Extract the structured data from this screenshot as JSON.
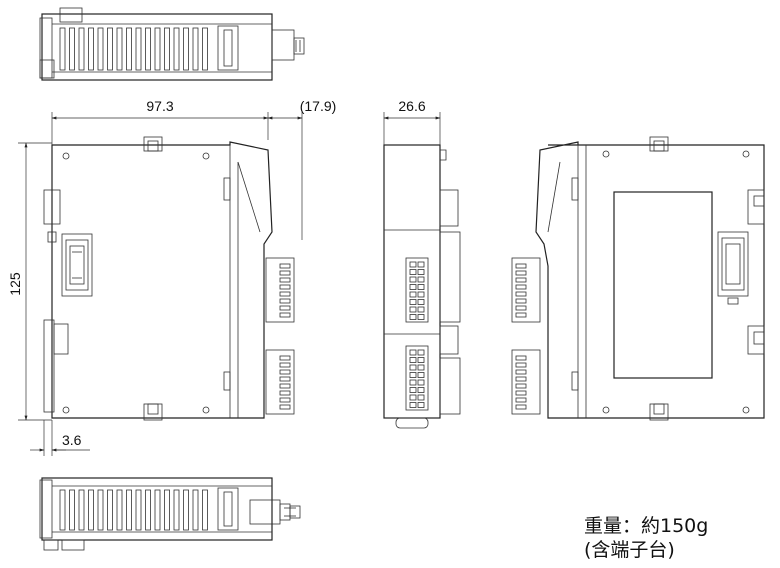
{
  "dimensions": {
    "width": "97.3",
    "connector_extension": "(17.9)",
    "depth": "26.6",
    "height": "125",
    "rail_offset": "3.6"
  },
  "note": {
    "weight": "重量：約150g",
    "includes": "(含端子台)"
  }
}
